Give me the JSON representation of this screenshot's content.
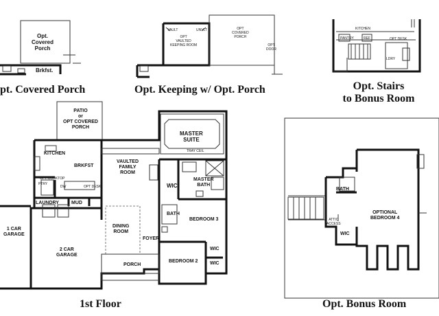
{
  "captions": {
    "covered_porch": "pt. Covered Porch",
    "keeping": "Opt. Keeping w/ Opt. Porch",
    "stairs_line1": "Opt. Stairs",
    "stairs_line2": "to Bonus Room",
    "first_floor": "1st Floor",
    "bonus_room": "Opt. Bonus Room"
  },
  "rooms": {
    "opt_covered_porch_inset": [
      "Opt.",
      "Covered",
      "Porch"
    ],
    "brkfst_inset": "Brkfst.",
    "opt_vaulted_keeping_room": [
      "OPT",
      "VAULTED",
      "KEEPING ROOM"
    ],
    "opt_covered_porch_keep": [
      "OPT",
      "COVERED",
      "PORCH"
    ],
    "kitchen_inset": "KITCHEN",
    "ldry_inset": "LDRY",
    "patio": [
      "PATIO",
      "or",
      "OPT COVERED",
      "PORCH"
    ],
    "master_suite": [
      "MASTER",
      "SUITE"
    ],
    "kitchen": "KITCHEN",
    "brkfst": "BRKFST",
    "vaulted_family_room": [
      "VAULTED",
      "FAMILY",
      "ROOM"
    ],
    "wic_master": "WIC",
    "master_bath": [
      "MASTER",
      "BATH"
    ],
    "ptry": "PTRY",
    "laundry": "LAUNDRY",
    "mud": "MUD",
    "one_car_garage": [
      "1 CAR",
      "GARAGE"
    ],
    "two_car_garage": [
      "2 CAR",
      "GARAGE"
    ],
    "dining_room": [
      "DINING",
      "ROOM"
    ],
    "bath": "BATH",
    "bedroom3": "BEDROOM 3",
    "foyer": "FOYER",
    "bedroom2": "BEDROOM 2",
    "wic_b3": "WIC",
    "wic_b2": "WIC",
    "porch": "PORCH",
    "bonus_bath": "BATH",
    "optional_bedroom4": [
      "OPTIONAL",
      "BEDROOM 4"
    ],
    "bonus_wic": "WIC"
  },
  "small_notes": {
    "vault": "VAULT",
    "unvlt": "UNVLT",
    "opt_door": [
      "OPT",
      "DOOR"
    ],
    "opt_desk": "OPT DESK",
    "pantry": "PANTRY",
    "ref": "REF",
    "opt_desk_ff": "OPT DESK",
    "tray_ceil": "TRAY CEIL",
    "opt_cktop": "OPT COOKTOP",
    "dw": "DW",
    "attic_access": [
      "ATTIC",
      "ACCESS"
    ]
  }
}
